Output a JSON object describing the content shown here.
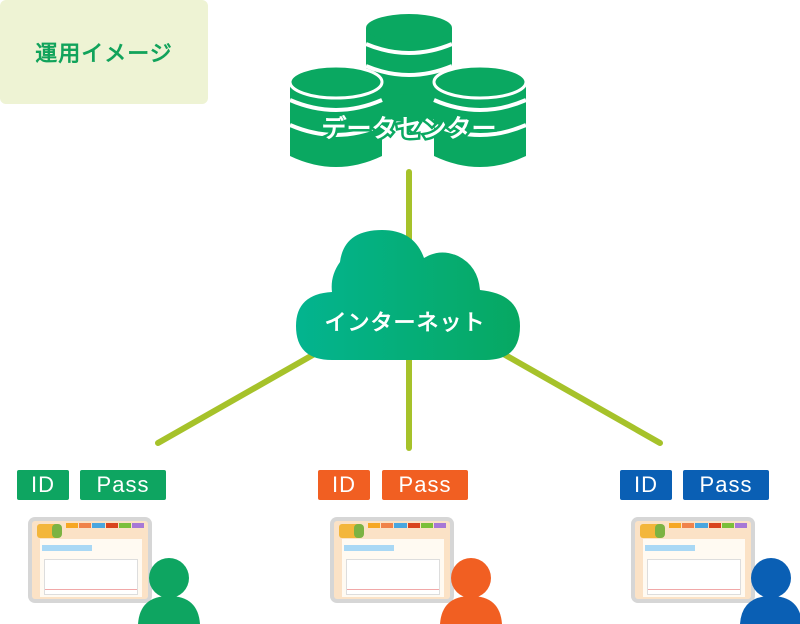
{
  "title": "運用イメージ",
  "datacenter": {
    "label": "データセンター",
    "icon": "database-stack-icon",
    "color": "#0aa861"
  },
  "internet": {
    "label": "インターネット",
    "icon": "cloud-icon",
    "gradient": [
      "#03b48f",
      "#07a862"
    ]
  },
  "connector_color": "#a6c22a",
  "clients": [
    {
      "name": "client-green",
      "color": "#0ea561",
      "id_label": "ID",
      "pass_label": "Pass"
    },
    {
      "name": "client-orange",
      "color": "#f15f22",
      "id_label": "ID",
      "pass_label": "Pass"
    },
    {
      "name": "client-blue",
      "color": "#0a5fb4",
      "id_label": "ID",
      "pass_label": "Pass"
    }
  ],
  "screen_tab_colors": [
    "#f6a723",
    "#f0834a",
    "#4aa6df",
    "#d9451e",
    "#7cbf3a",
    "#a778d6"
  ]
}
